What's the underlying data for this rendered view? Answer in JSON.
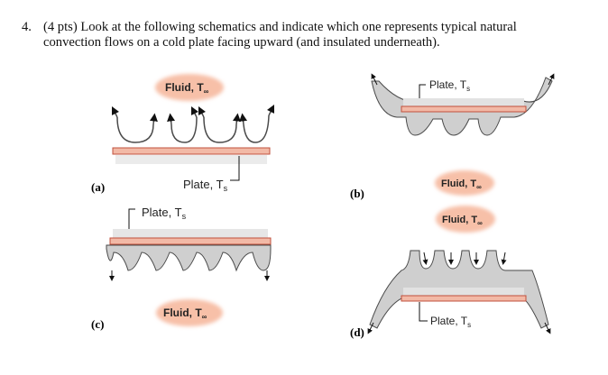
{
  "question": {
    "number": "4.",
    "line1": "(4 pts) Look at the following schematics and indicate which one represents typical natural",
    "line2": "convection flows on a cold plate facing upward (and insulated underneath)."
  },
  "options": {
    "a": {
      "label": "(a)",
      "fluid": "Fluid, T",
      "fluid_sub": "∞",
      "plate": "Plate, T",
      "plate_sub": "s"
    },
    "b": {
      "label": "(b)",
      "fluid": "Fluid, T",
      "fluid_sub": "∞",
      "plate": "Plate, T",
      "plate_sub": "s"
    },
    "c": {
      "label": "(c)",
      "fluid": "Fluid, T",
      "fluid_sub": "∞",
      "plate": "Plate, T",
      "plate_sub": "s"
    },
    "d": {
      "label": "(d)",
      "fluid": "Fluid, T",
      "fluid_sub": "∞",
      "plate": "Plate, T",
      "plate_sub": "s"
    }
  },
  "colors": {
    "plate": "#f2b9a6",
    "plate_edge": "#c0503c",
    "cloud": "#f7c0a8",
    "flow": "#cfcfcf",
    "flow_edge": "#4a4a4a"
  }
}
